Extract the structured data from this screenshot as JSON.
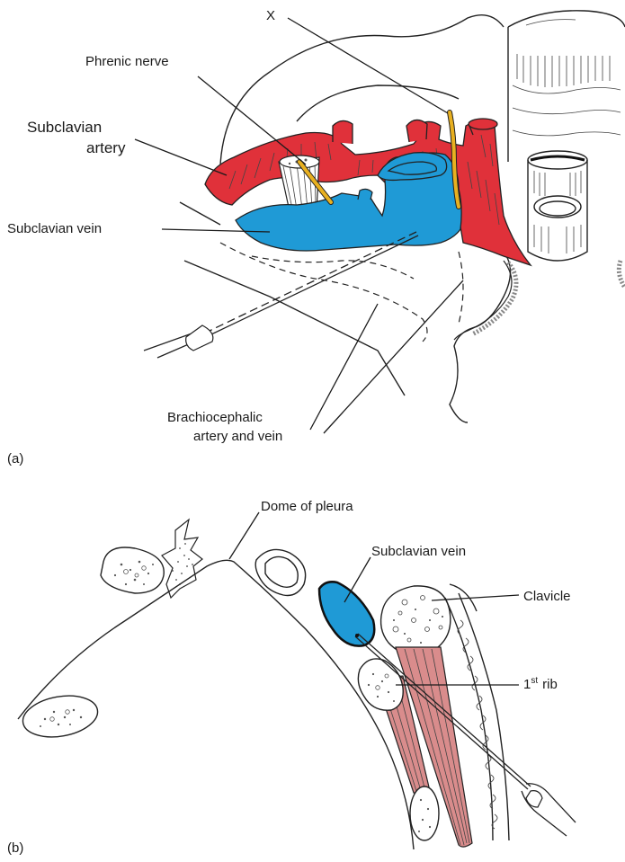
{
  "panel_a": {
    "panel_label": "(a)",
    "labels": {
      "x": "X",
      "phrenic_nerve": "Phrenic nerve",
      "subclavian_artery_line1": "Subclavian",
      "subclavian_artery_line2": "artery",
      "subclavian_vein": "Subclavian vein",
      "brachiocephalic_line1": "Brachiocephalic",
      "brachiocephalic_line2": "artery and vein"
    }
  },
  "panel_b": {
    "panel_label": "(b)",
    "labels": {
      "dome_of_pleura": "Dome of pleura",
      "subclavian_vein": "Subclavian vein",
      "clavicle": "Clavicle",
      "first_rib_num": "1",
      "first_rib_sup": "st",
      "first_rib_word": "rib"
    }
  },
  "colors": {
    "artery": "#e0313a",
    "vein": "#1f9ad6",
    "nerve": "#e8b020",
    "muscle": "#d98c8c",
    "bone_fill": "#ffffff",
    "line": "#1a1a1a"
  }
}
